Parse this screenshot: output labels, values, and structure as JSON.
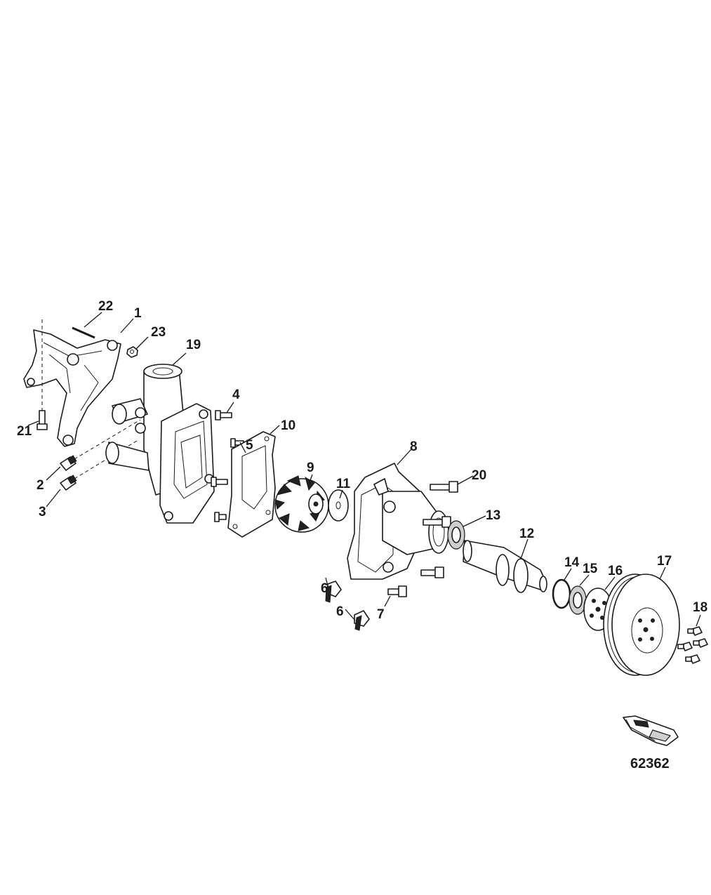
{
  "diagram": {
    "figure_number": "62362",
    "callouts": [
      {
        "id": "c22",
        "label": "22"
      },
      {
        "id": "c1",
        "label": "1"
      },
      {
        "id": "c23",
        "label": "23"
      },
      {
        "id": "c19",
        "label": "19"
      },
      {
        "id": "c4",
        "label": "4"
      },
      {
        "id": "c5",
        "label": "5"
      },
      {
        "id": "c10",
        "label": "10"
      },
      {
        "id": "c21",
        "label": "21"
      },
      {
        "id": "c2",
        "label": "2"
      },
      {
        "id": "c3",
        "label": "3"
      },
      {
        "id": "c9",
        "label": "9"
      },
      {
        "id": "c11",
        "label": "11"
      },
      {
        "id": "c8",
        "label": "8"
      },
      {
        "id": "c20",
        "label": "20"
      },
      {
        "id": "c13",
        "label": "13"
      },
      {
        "id": "c12",
        "label": "12"
      },
      {
        "id": "c14",
        "label": "14"
      },
      {
        "id": "c15",
        "label": "15"
      },
      {
        "id": "c16",
        "label": "16"
      },
      {
        "id": "c17",
        "label": "17"
      },
      {
        "id": "c6a",
        "label": "6"
      },
      {
        "id": "c6b",
        "label": "6"
      },
      {
        "id": "c7",
        "label": "7"
      },
      {
        "id": "c18",
        "label": "18"
      }
    ]
  }
}
